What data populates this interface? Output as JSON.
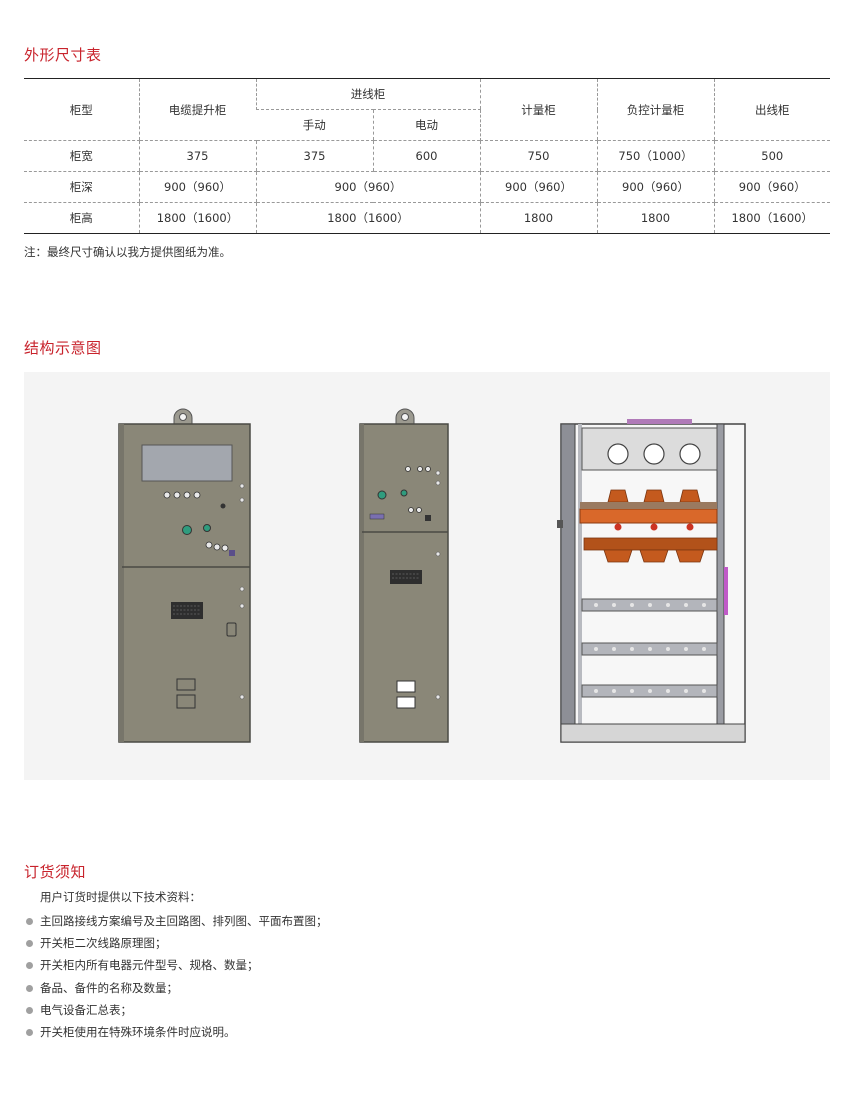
{
  "sections": {
    "dimensions_title": "外形尺寸表",
    "structure_title": "结构示意图",
    "order_title": "订货须知"
  },
  "table": {
    "header": {
      "type": "柜型",
      "cable_lift": "电缆提升柜",
      "incoming": "进线柜",
      "manual": "手动",
      "electric": "电动",
      "metering": "计量柜",
      "load_metering": "负控计量柜",
      "outgoing": "出线柜"
    },
    "rows": {
      "width": {
        "label": "柜宽",
        "cable_lift": "375",
        "manual": "375",
        "electric": "600",
        "metering": "750",
        "load_metering": "750（1000）",
        "outgoing": "500"
      },
      "depth": {
        "label": "柜深",
        "cable_lift": "900（960）",
        "incoming": "900（960）",
        "metering": "900（960）",
        "load_metering": "900（960）",
        "outgoing": "900（960）"
      },
      "height": {
        "label": "柜高",
        "cable_lift": "1800（1600）",
        "incoming": "1800（1600）",
        "metering": "1800",
        "load_metering": "1800",
        "outgoing": "1800（1600）"
      }
    }
  },
  "note": "注：最终尺寸确认以我方提供图纸为准。",
  "order": {
    "intro": "用户订货时提供以下技术资料：",
    "items": [
      "主回路接线方案编号及主回路图、排列图、平面布置图；",
      "开关柜二次线路原理图；",
      "开关柜内所有电器元件型号、规格、数量；",
      "备品、备件的名称及数量；",
      "电气设备汇总表；",
      "开关柜使用在特殊环境条件时应说明。"
    ]
  },
  "colors": {
    "accent": "#c8232c",
    "cabinet": "#8a8778",
    "busbar": "#d9682a"
  }
}
